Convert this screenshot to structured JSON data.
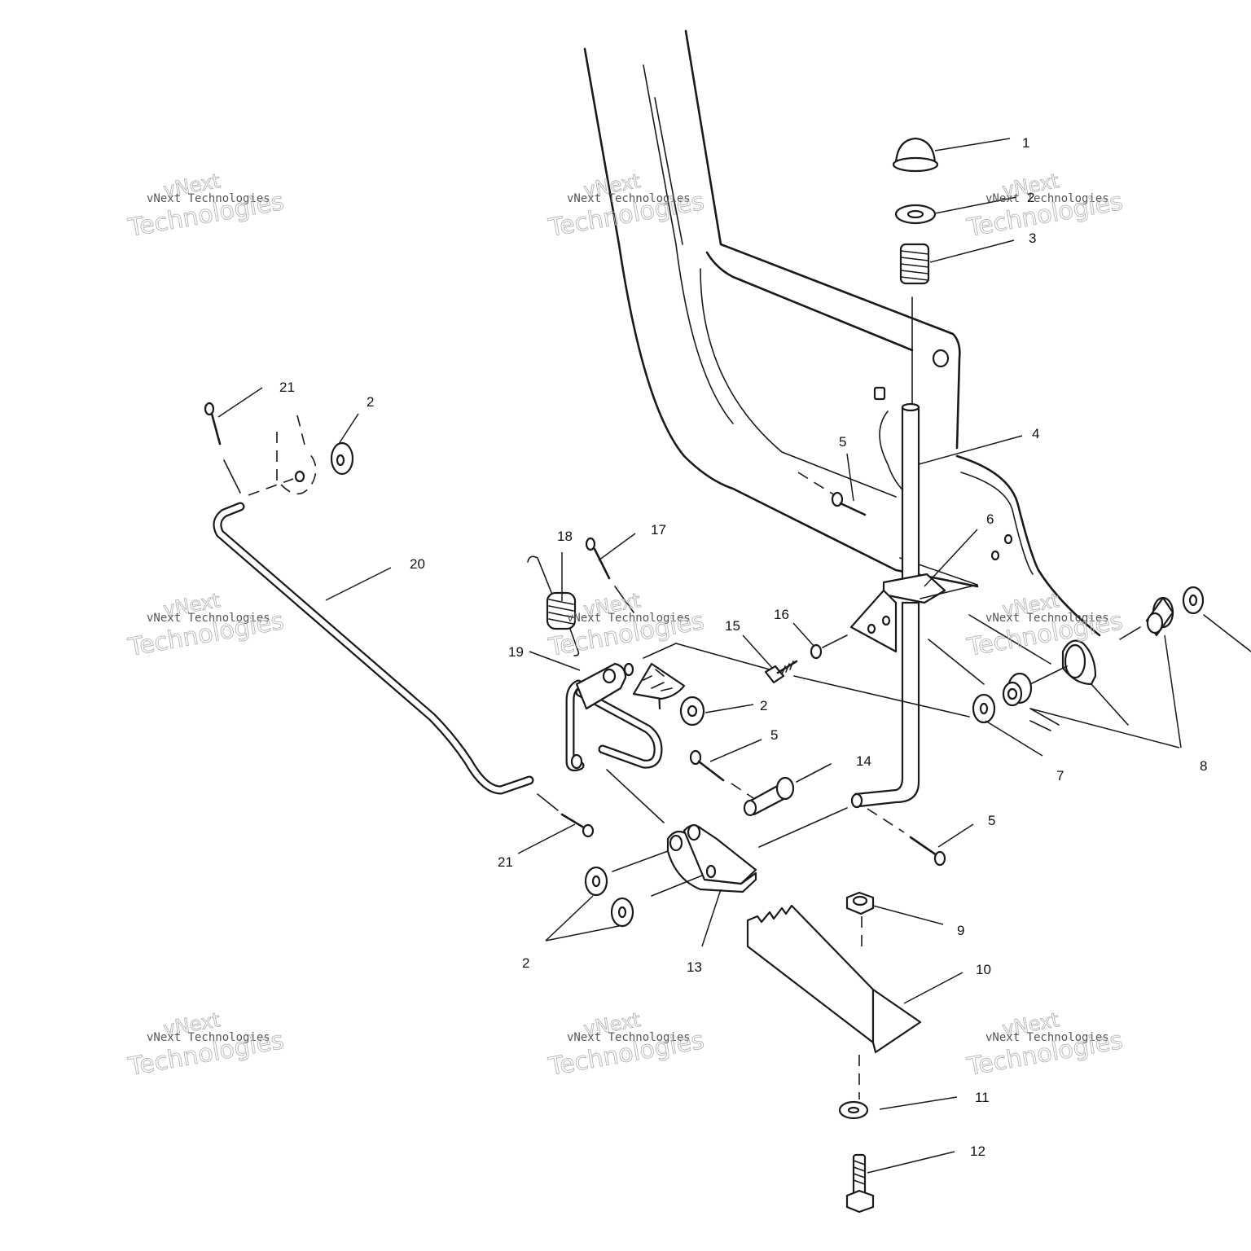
{
  "diagram": {
    "callouts": [
      {
        "id": "c1",
        "label": "1"
      },
      {
        "id": "c2a",
        "label": "2"
      },
      {
        "id": "c3",
        "label": "3"
      },
      {
        "id": "c4",
        "label": "4"
      },
      {
        "id": "c5a",
        "label": "5"
      },
      {
        "id": "c6",
        "label": "6"
      },
      {
        "id": "c21a",
        "label": "21"
      },
      {
        "id": "c2b",
        "label": "2"
      },
      {
        "id": "c20",
        "label": "20"
      },
      {
        "id": "c18",
        "label": "18"
      },
      {
        "id": "c17",
        "label": "17"
      },
      {
        "id": "c15",
        "label": "15"
      },
      {
        "id": "c16",
        "label": "16"
      },
      {
        "id": "c19",
        "label": "19"
      },
      {
        "id": "c2c",
        "label": "2"
      },
      {
        "id": "c5b",
        "label": "5"
      },
      {
        "id": "c14",
        "label": "14"
      },
      {
        "id": "c7",
        "label": "7"
      },
      {
        "id": "c8",
        "label": "8"
      },
      {
        "id": "c5c",
        "label": "5"
      },
      {
        "id": "c21b",
        "label": "21"
      },
      {
        "id": "c2d",
        "label": "2"
      },
      {
        "id": "c13",
        "label": "13"
      },
      {
        "id": "c9",
        "label": "9"
      },
      {
        "id": "c10",
        "label": "10"
      },
      {
        "id": "c11",
        "label": "11"
      },
      {
        "id": "c12",
        "label": "12"
      }
    ]
  },
  "watermark": {
    "brand": "vNext",
    "word": "Technologies",
    "caption": "vNext Technologies"
  }
}
